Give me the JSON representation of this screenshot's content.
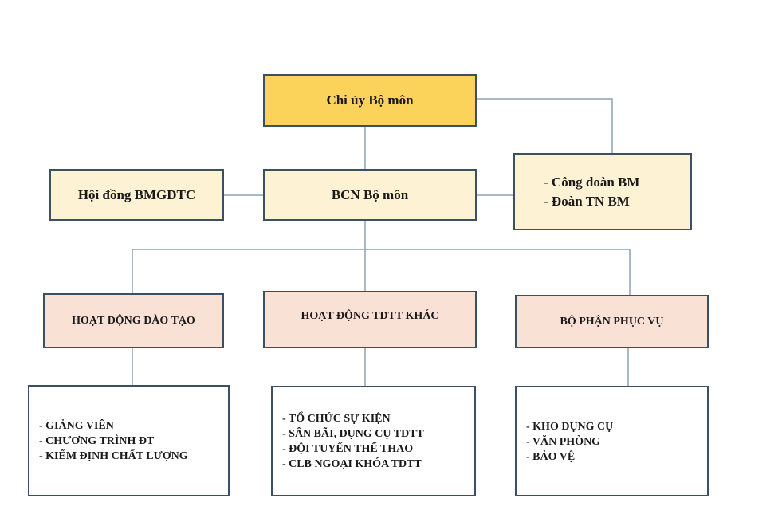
{
  "diagram": {
    "top": "Chi ủy Bộ môn",
    "center": "BCN Bộ môn",
    "left": "Hội đồng BMGDTC",
    "right": [
      "- Công đoàn BM",
      "- Đoàn TN BM"
    ],
    "branches": [
      {
        "title": "HOẠT ĐỘNG ĐÀO TẠO",
        "items": [
          "- GIẢNG VIÊN",
          "- CHƯƠNG TRÌNH ĐT",
          "- KIỂM ĐỊNH CHẤT LƯỢNG"
        ]
      },
      {
        "title": "HOẠT ĐỘNG TDTT KHÁC",
        "items": [
          "- TỔ CHỨC SỰ KIỆN",
          "- SÂN BÃI, DỤNG CỤ TDTT",
          "- ĐỘI TUYỂN THỂ THAO",
          "- CLB NGOẠI  KHÓA TDTT"
        ]
      },
      {
        "title": "BỘ PHẬN PHỤC VỤ",
        "items": [
          "- KHO DỤNG CỤ",
          "- VĂN PHÒNG",
          "- BẢO VỆ"
        ]
      }
    ]
  },
  "colors": {
    "top_fill": "#fbd25a",
    "mid_fill": "#fdf2d3",
    "branch_fill": "#fae1d5",
    "border": "#3c4f63",
    "connector": "#8aa0b4"
  }
}
